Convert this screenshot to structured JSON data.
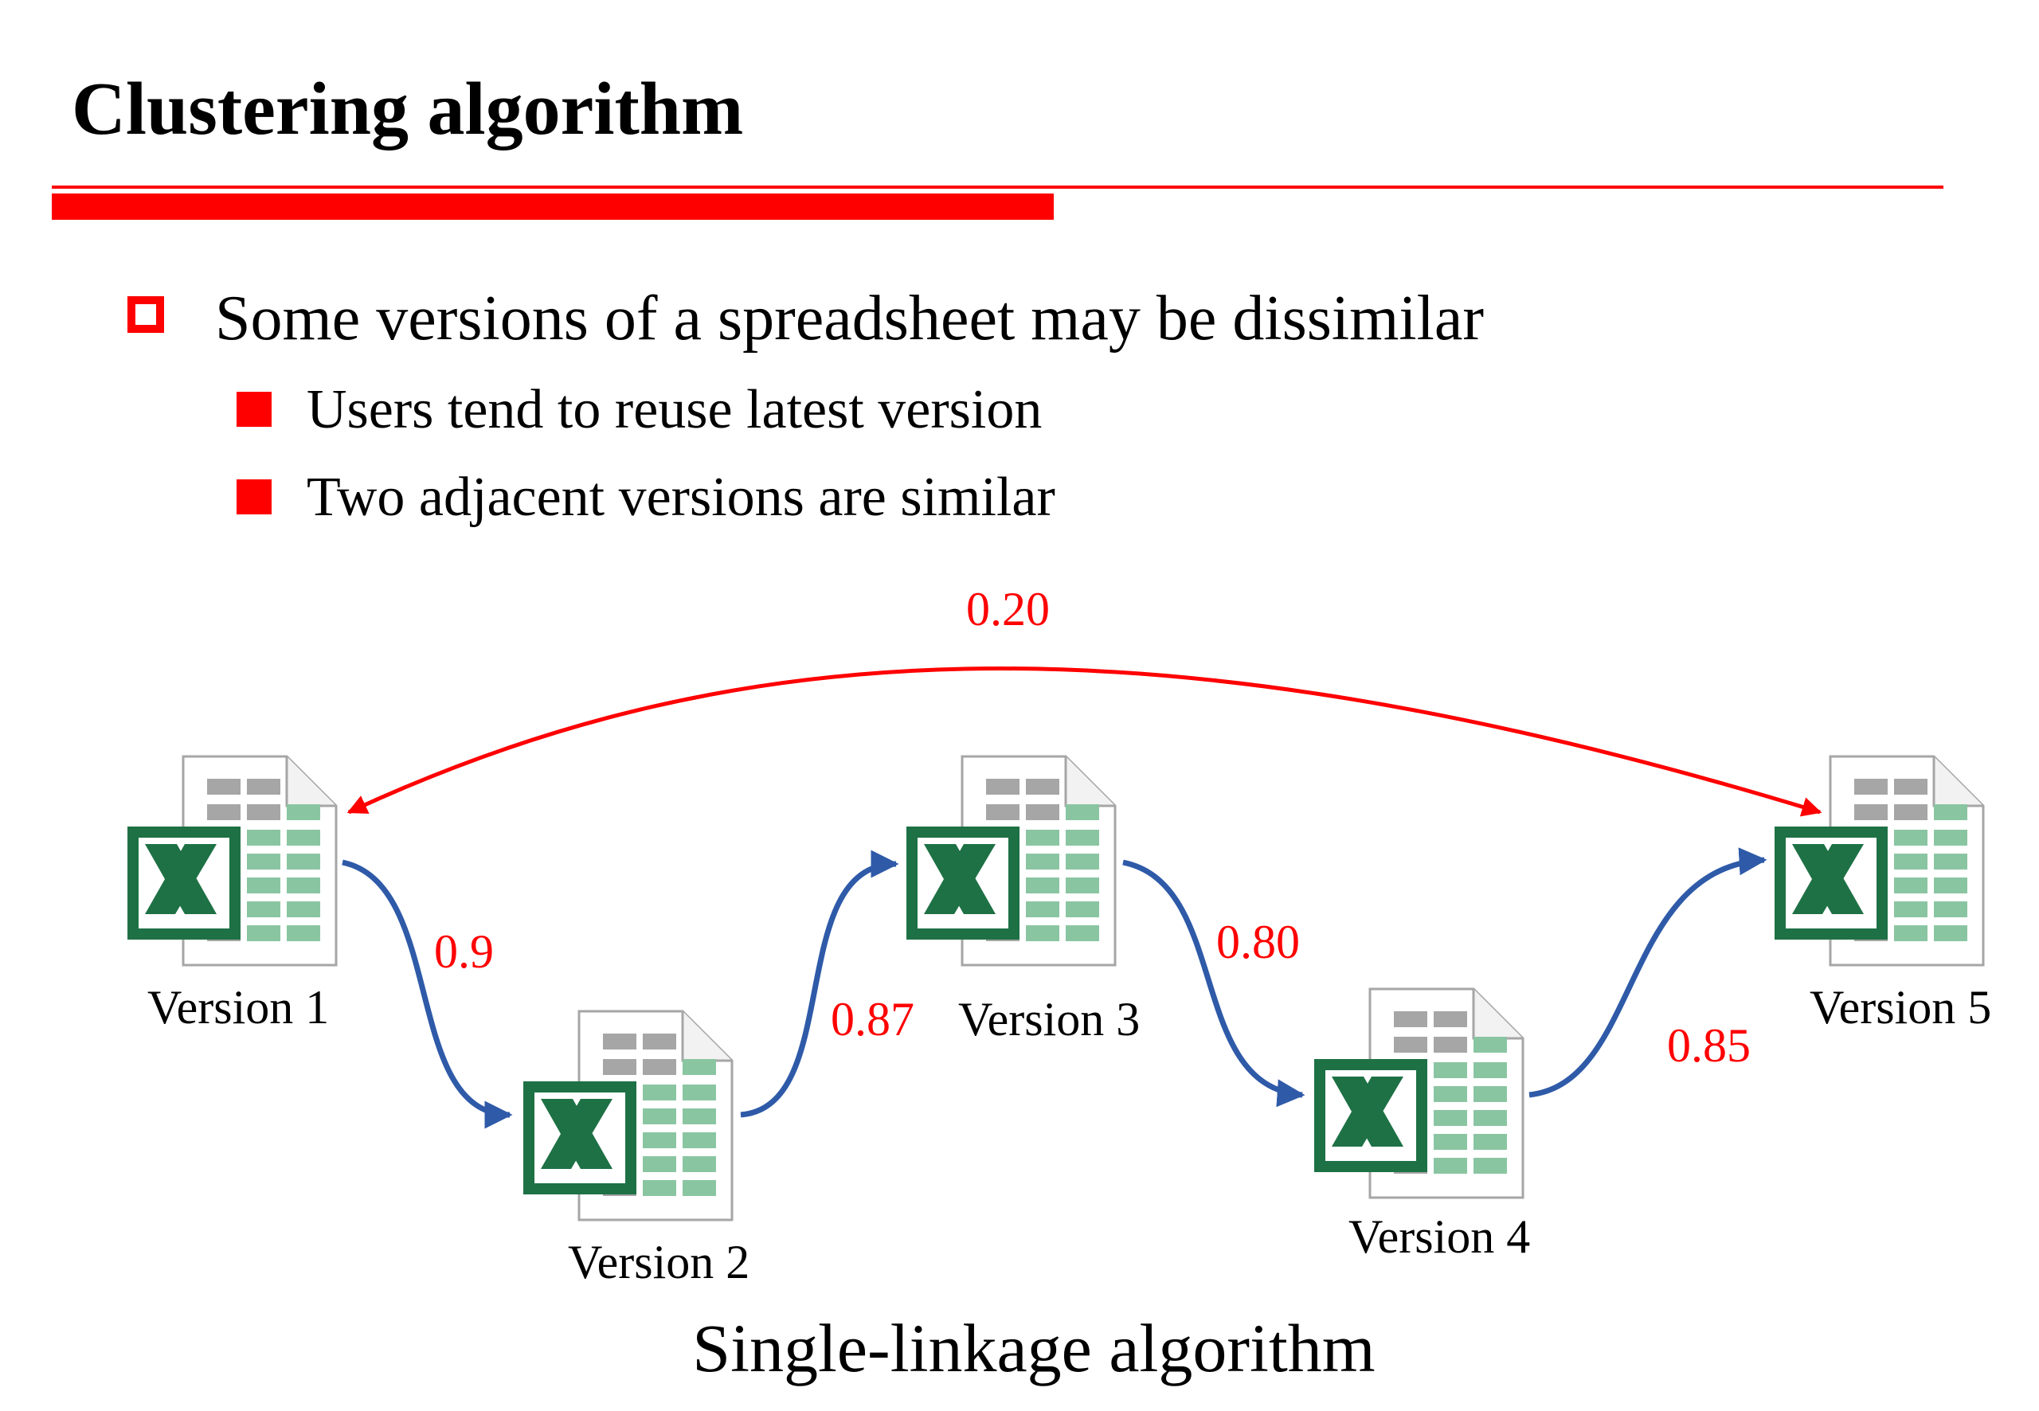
{
  "slide": {
    "title": "Clustering algorithm",
    "bullets": [
      {
        "level": 1,
        "marker": "hollow-square",
        "text": "Some versions of a spreadsheet may be dissimilar"
      },
      {
        "level": 2,
        "marker": "filled-square",
        "text": "Users tend to reuse latest version"
      },
      {
        "level": 2,
        "marker": "filled-square",
        "text": "Two adjacent versions are similar"
      }
    ],
    "accent_color": "#ff0000"
  },
  "diagram": {
    "caption": "Single-linkage algorithm",
    "icon": "excel-spreadsheet-icon",
    "nodes": [
      {
        "id": "v1",
        "label": "Version 1"
      },
      {
        "id": "v2",
        "label": "Version 2"
      },
      {
        "id": "v3",
        "label": "Version 3"
      },
      {
        "id": "v4",
        "label": "Version 4"
      },
      {
        "id": "v5",
        "label": "Version 5"
      }
    ],
    "edges": [
      {
        "from": "v1",
        "to": "v2",
        "weight": "0.9",
        "color": "#2e5aa8"
      },
      {
        "from": "v2",
        "to": "v3",
        "weight": "0.87",
        "color": "#2e5aa8"
      },
      {
        "from": "v3",
        "to": "v4",
        "weight": "0.80",
        "color": "#2e5aa8"
      },
      {
        "from": "v4",
        "to": "v5",
        "weight": "0.85",
        "color": "#2e5aa8"
      },
      {
        "from": "v1",
        "to": "v5",
        "weight": "0.20",
        "color": "#ff0000",
        "bidirectional": true
      }
    ],
    "label_color": "#ff0000"
  }
}
